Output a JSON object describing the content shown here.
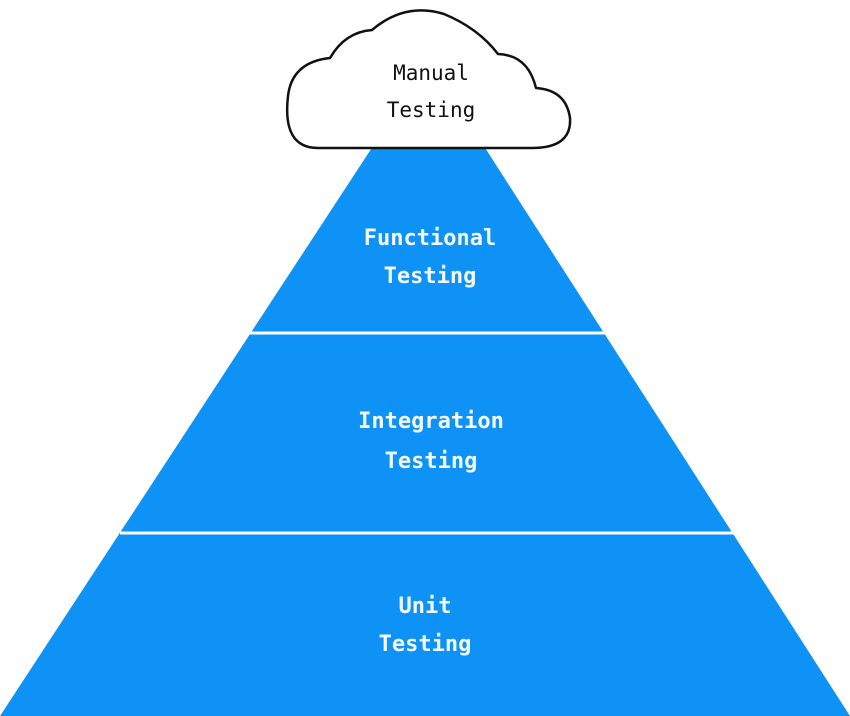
{
  "colors": {
    "pyramid_fill": "#0e92f5",
    "divider": "#ffffff",
    "cloud_fill": "#ffffff",
    "cloud_stroke": "#111111",
    "tier_text": "#f4f9ff",
    "cloud_text": "#111111"
  },
  "cloud": {
    "line1": "Manual",
    "line2": "Testing"
  },
  "tiers": [
    {
      "line1": "Functional",
      "line2": "Testing"
    },
    {
      "line1": "Integration",
      "line2": "Testing"
    },
    {
      "line1": "Unit",
      "line2": "Testing"
    }
  ]
}
